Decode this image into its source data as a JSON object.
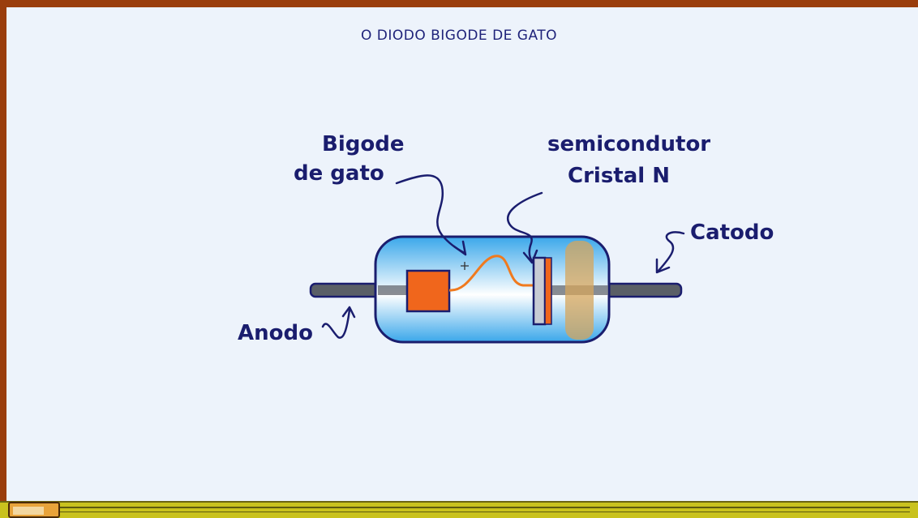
{
  "title": "O DIODO BIGODE DE GATO",
  "labels": {
    "whisker_line1": "Bigode",
    "whisker_line2": "de gato",
    "semiconductor_line1": "semicondutor",
    "semiconductor_line2": "Cristal N",
    "cathode": "Catodo",
    "anode": "Anodo"
  },
  "colors": {
    "ink": "#1a1d6e",
    "frame": "#9a3e0c",
    "board": "#edf3fb",
    "glass": "#4fb4ee",
    "metal": "#5a5f66",
    "contact": "#f0661c",
    "band": "#d6a55c"
  }
}
